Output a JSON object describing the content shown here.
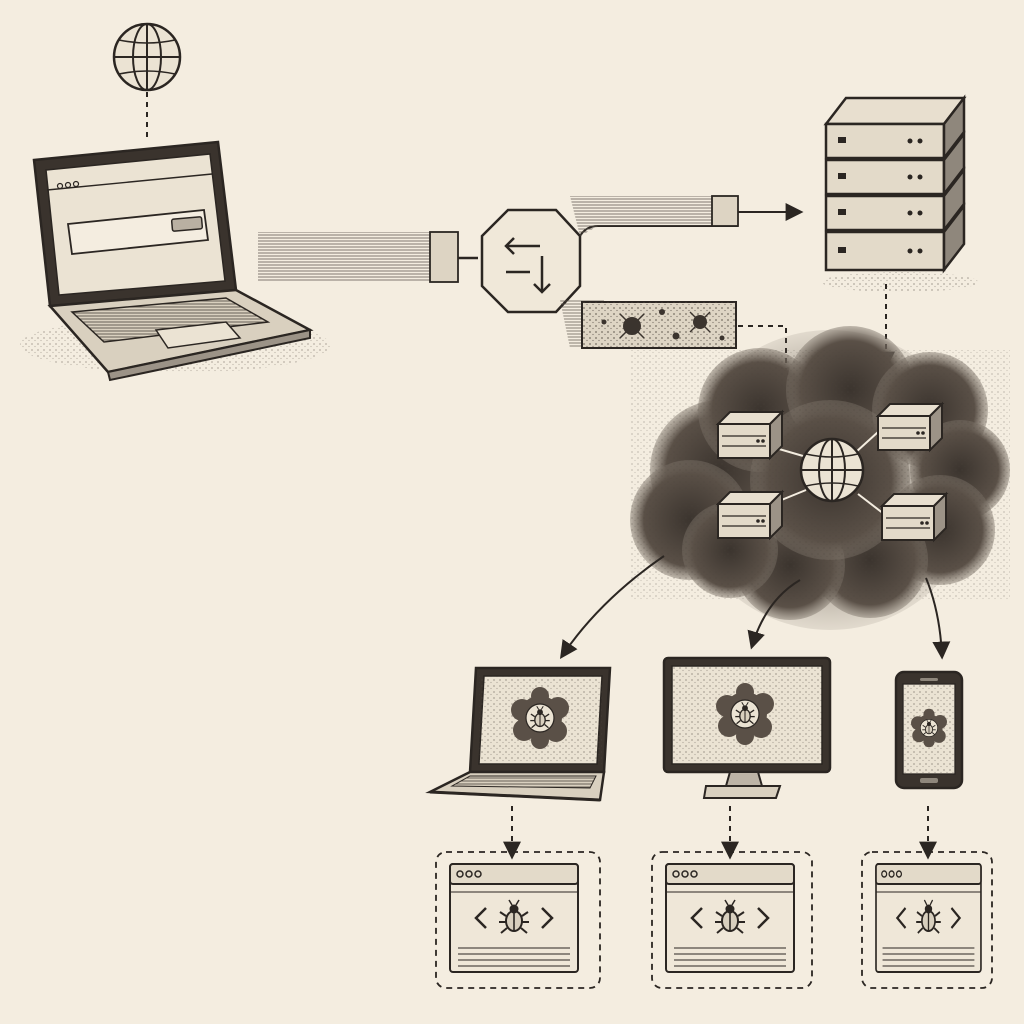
{
  "palette": {
    "paper": "#f4ede0",
    "ink": "#2b2622",
    "shade": "#8f877c",
    "light": "#e6ddcc",
    "screen": "#ebe3d3",
    "smoke": "#4a423b"
  },
  "icons": {
    "source_globe": "globe-icon",
    "switch": "swap-arrows-icon",
    "cloud_hub": "globe-icon",
    "bug": "bug-icon",
    "code_brackets": "code-brackets-icon"
  },
  "flows": [
    {
      "from": "source-laptop",
      "to": "switch-node",
      "kind": "clean"
    },
    {
      "from": "switch-node",
      "to": "server-rack",
      "kind": "clean"
    },
    {
      "from": "switch-node",
      "to": "infected-cloud",
      "kind": "infected"
    },
    {
      "from": "server-rack",
      "to": "infected-cloud",
      "kind": "dashed"
    },
    {
      "from": "infected-cloud",
      "to": "victim-laptop",
      "kind": "spread"
    },
    {
      "from": "infected-cloud",
      "to": "victim-monitor",
      "kind": "spread"
    },
    {
      "from": "infected-cloud",
      "to": "victim-phone",
      "kind": "spread"
    }
  ],
  "victims": [
    {
      "device": "laptop",
      "payload": "browser-window-with-bug"
    },
    {
      "device": "desktop-monitor",
      "payload": "browser-window-with-bug"
    },
    {
      "device": "smartphone",
      "payload": "browser-window-with-bug"
    }
  ]
}
